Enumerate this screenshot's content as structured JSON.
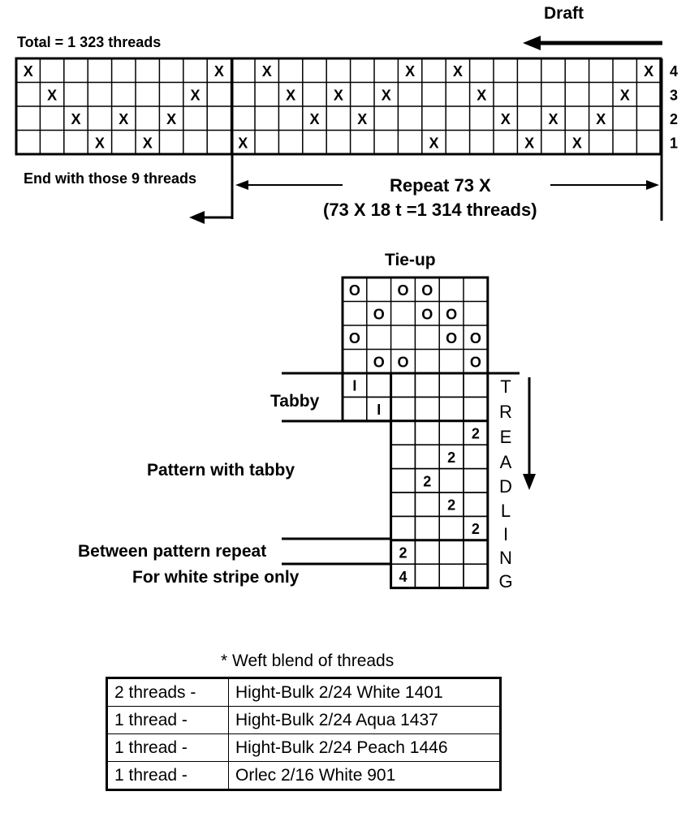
{
  "draft": {
    "title": "Draft",
    "total": "Total =  1 323 threads",
    "end_note": "End with those 9 threads",
    "repeat": "Repeat 73 X",
    "repeat_calc": "(73 X 18 t =1 314 threads)",
    "shaft_labels": [
      "4",
      "3",
      "2",
      "1"
    ],
    "mark": "X",
    "columns": 27,
    "grid": [
      [
        1,
        0,
        0,
        0,
        0,
        0,
        0,
        0,
        1,
        0,
        1,
        0,
        0,
        0,
        0,
        0,
        1,
        0,
        1,
        0,
        0,
        0,
        0,
        0,
        0,
        0,
        1
      ],
      [
        0,
        1,
        0,
        0,
        0,
        0,
        0,
        1,
        0,
        0,
        0,
        1,
        0,
        1,
        0,
        1,
        0,
        0,
        0,
        1,
        0,
        0,
        0,
        0,
        0,
        1,
        0
      ],
      [
        0,
        0,
        1,
        0,
        1,
        0,
        1,
        0,
        0,
        0,
        0,
        0,
        1,
        0,
        1,
        0,
        0,
        0,
        0,
        0,
        1,
        0,
        1,
        0,
        1,
        0,
        0
      ],
      [
        0,
        0,
        0,
        1,
        0,
        1,
        0,
        0,
        0,
        1,
        0,
        0,
        0,
        0,
        0,
        0,
        0,
        1,
        0,
        0,
        0,
        1,
        0,
        1,
        0,
        0,
        0
      ]
    ]
  },
  "tieup": {
    "title": "Tie-up",
    "mark": "O",
    "grid": [
      [
        1,
        0,
        1,
        1,
        0,
        0
      ],
      [
        0,
        1,
        0,
        1,
        1,
        0
      ],
      [
        1,
        0,
        0,
        0,
        1,
        1
      ],
      [
        0,
        1,
        1,
        0,
        0,
        1
      ]
    ]
  },
  "treadling": {
    "vertical_label": [
      "T",
      "R",
      "E",
      "A",
      "D",
      "L",
      "I",
      "N",
      "G"
    ],
    "sections": [
      {
        "label": "Tabby"
      },
      {
        "label": "Pattern with tabby"
      },
      {
        "label": "Between pattern repeat"
      },
      {
        "label": "For white stripe only"
      }
    ],
    "rows": [
      {
        "col": 0,
        "mark": "I"
      },
      {
        "col": 1,
        "mark": "I"
      },
      {
        "col": 5,
        "mark": "2"
      },
      {
        "col": 4,
        "mark": "2"
      },
      {
        "col": 3,
        "mark": "2"
      },
      {
        "col": 4,
        "mark": "2"
      },
      {
        "col": 5,
        "mark": "2"
      },
      {
        "col": 2,
        "mark": "2"
      },
      {
        "col": 2,
        "mark": "4"
      }
    ]
  },
  "weft": {
    "title": "* Weft blend of threads",
    "rows": [
      {
        "count": "2 threads -",
        "yarn": "Hight-Bulk 2/24 White 1401"
      },
      {
        "count": "1 thread -",
        "yarn": "Hight-Bulk 2/24 Aqua 1437"
      },
      {
        "count": "1 thread -",
        "yarn": "Hight-Bulk 2/24 Peach 1446"
      },
      {
        "count": "1 thread -",
        "yarn": "Orlec 2/16 White 901"
      }
    ]
  }
}
